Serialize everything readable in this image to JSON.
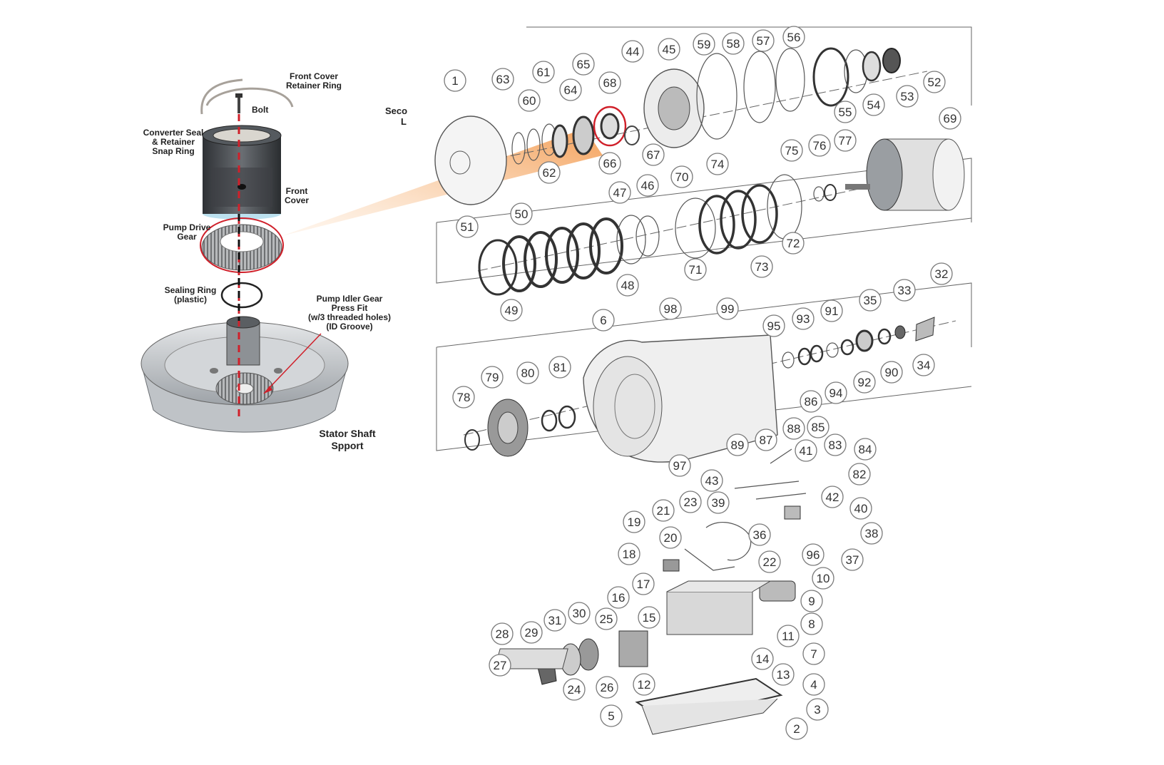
{
  "inset_labels": {
    "front_cover_retainer_ring": [
      "Front Cover",
      "Retainer Ring"
    ],
    "bolt": [
      "Bolt"
    ],
    "converter_seal": [
      "Converter Seal",
      "& Retainer",
      "Snap Ring"
    ],
    "front_cover": [
      "Front",
      "Cover"
    ],
    "pump_drive_gear": [
      "Pump Drive",
      "Gear"
    ],
    "sealing_ring": [
      "Sealing Ring",
      "(plastic)"
    ],
    "pump_idler_gear": [
      "Pump Idler Gear",
      "Press Fit",
      "(w/3 threaded holes)",
      "(ID Groove)"
    ],
    "stator_shaft_support": [
      "Stator Shaft",
      "Spport"
    ]
  },
  "partial_text": [
    "Seco",
    "L"
  ],
  "callouts": [
    "1",
    "63",
    "61",
    "65",
    "44",
    "45",
    "59",
    "58",
    "57",
    "56",
    "60",
    "64",
    "68",
    "52",
    "53",
    "54",
    "55",
    "62",
    "66",
    "67",
    "69",
    "75",
    "76",
    "77",
    "74",
    "70",
    "47",
    "46",
    "50",
    "51",
    "72",
    "71",
    "73",
    "48",
    "49",
    "98",
    "99",
    "6",
    "95",
    "93",
    "91",
    "35",
    "33",
    "32",
    "94",
    "92",
    "90",
    "34",
    "86",
    "85",
    "79",
    "80",
    "81",
    "78",
    "97",
    "89",
    "87",
    "88",
    "41",
    "83",
    "84",
    "82",
    "43",
    "42",
    "39",
    "40",
    "23",
    "21",
    "19",
    "36",
    "38",
    "20",
    "96",
    "37",
    "22",
    "18",
    "10",
    "17",
    "9",
    "16",
    "8",
    "15",
    "11",
    "25",
    "30",
    "31",
    "29",
    "28",
    "7",
    "14",
    "27",
    "13",
    "24",
    "26",
    "12",
    "4",
    "5",
    "3",
    "2"
  ],
  "colors": {
    "highlight": "#d0202a",
    "arrow": "#f6a35f",
    "callout_stroke": "#7a7a7a"
  }
}
